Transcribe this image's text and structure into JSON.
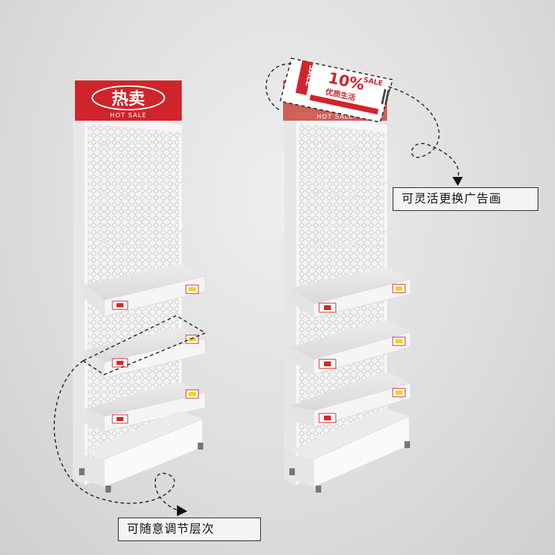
{
  "left_header": {
    "main_text": "热卖",
    "sub_text": "HOT SALE",
    "color": "#d0242c"
  },
  "right_header": {
    "sub_text": "HOT SALE",
    "color": "#c9463f"
  },
  "sale_card": {
    "side_text": "SALE",
    "percent": "10%",
    "headline": "优质生活",
    "right_text": "SALE",
    "accent_color": "#d0242c"
  },
  "callouts": {
    "adjustable_layers": "可随意调节层次",
    "replaceable_ad": "可灵活更换广告画"
  },
  "colors": {
    "rack_white": "#f7f7f7",
    "mesh_shadow": "#cfcfcf",
    "price_tag_red": "#d62a2a",
    "price_tag_yellow": "#f2d21a"
  }
}
